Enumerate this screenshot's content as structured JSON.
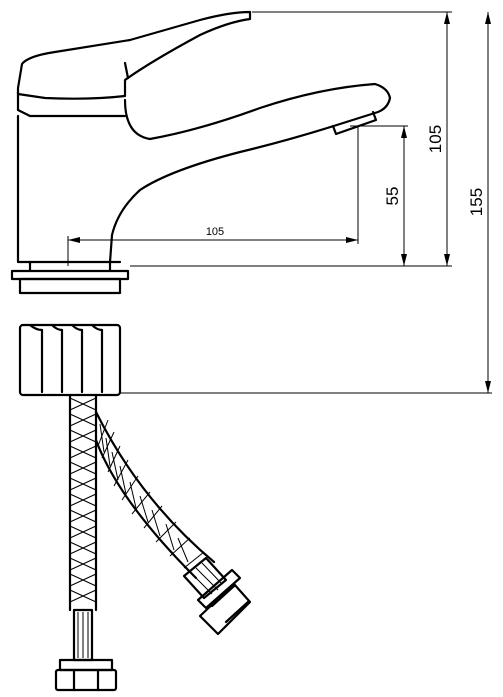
{
  "dimensions": {
    "height_total": "155",
    "height_spout_top": "105",
    "height_spout_outlet": "55",
    "spout_reach": "105"
  }
}
